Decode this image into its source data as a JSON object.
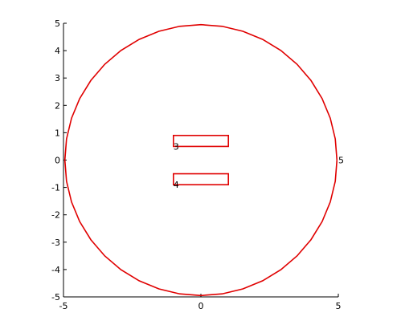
{
  "chart_data": {
    "type": "line",
    "title": "",
    "xlabel": "",
    "ylabel": "",
    "xlim": [
      -5,
      5
    ],
    "ylim": [
      -5,
      5
    ],
    "grid": false,
    "legend": "none",
    "x_ticks": [
      -5,
      0,
      5
    ],
    "x_tick_labels": [
      "-5",
      "0",
      "5"
    ],
    "y_ticks": [
      5,
      4,
      3,
      2,
      1,
      0,
      -1,
      -2,
      -3,
      -4,
      -5
    ],
    "y_tick_labels": [
      "5",
      "4",
      "3",
      "2",
      "1",
      "0",
      "-1",
      "-2",
      "-3",
      "-4",
      "-5"
    ],
    "colors": {
      "stroke": "#e00000",
      "axis": "#000000"
    },
    "shapes": [
      {
        "kind": "circle",
        "center": [
          0,
          0
        ],
        "radius": 4.95,
        "label": "5",
        "label_at": [
          5.0,
          0.0
        ]
      },
      {
        "kind": "rect",
        "x_range": [
          -1,
          1
        ],
        "y_range": [
          0.5,
          0.9
        ],
        "label": "3",
        "label_at": [
          -1.0,
          0.5
        ]
      },
      {
        "kind": "rect",
        "x_range": [
          -1,
          1
        ],
        "y_range": [
          -0.9,
          -0.5
        ],
        "label": "4",
        "label_at": [
          -1.0,
          -0.9
        ]
      }
    ]
  }
}
